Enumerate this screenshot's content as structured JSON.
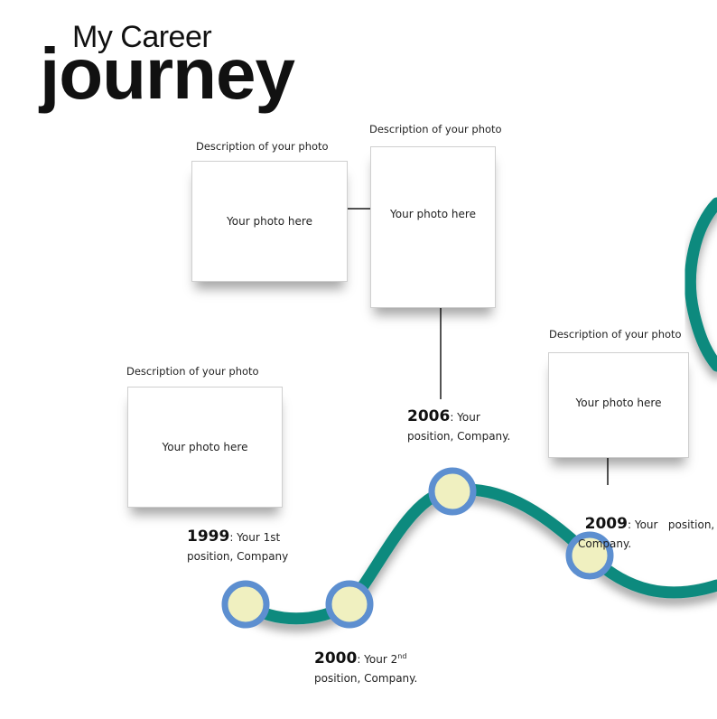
{
  "title": {
    "line1": "My Career",
    "line2": "journey"
  },
  "colors": {
    "curve": "#0f8a7e",
    "node_fill": "#f0f0c0",
    "node_ring": "#5d8fd0",
    "connector": "#1a1a1a"
  },
  "photos": [
    {
      "description": "Description of your photo",
      "placeholder": "Your photo here"
    },
    {
      "description": "Description of your photo",
      "placeholder": "Your photo here"
    },
    {
      "description": "Description of your photo",
      "placeholder": "Your photo here"
    },
    {
      "description": "Description of your photo",
      "placeholder": "Your photo here"
    }
  ],
  "milestones": [
    {
      "year": "1999",
      "line1": ": Your 1st",
      "line2": "position, Company"
    },
    {
      "year": "2000",
      "line1": ": Your 2",
      "sup": "nd",
      "line2": "position, Company."
    },
    {
      "year": "2006",
      "line1": ": Your",
      "line2": "position, Company."
    },
    {
      "year": "2009",
      "line1": ": Your   position,",
      "line2": "Company."
    }
  ]
}
